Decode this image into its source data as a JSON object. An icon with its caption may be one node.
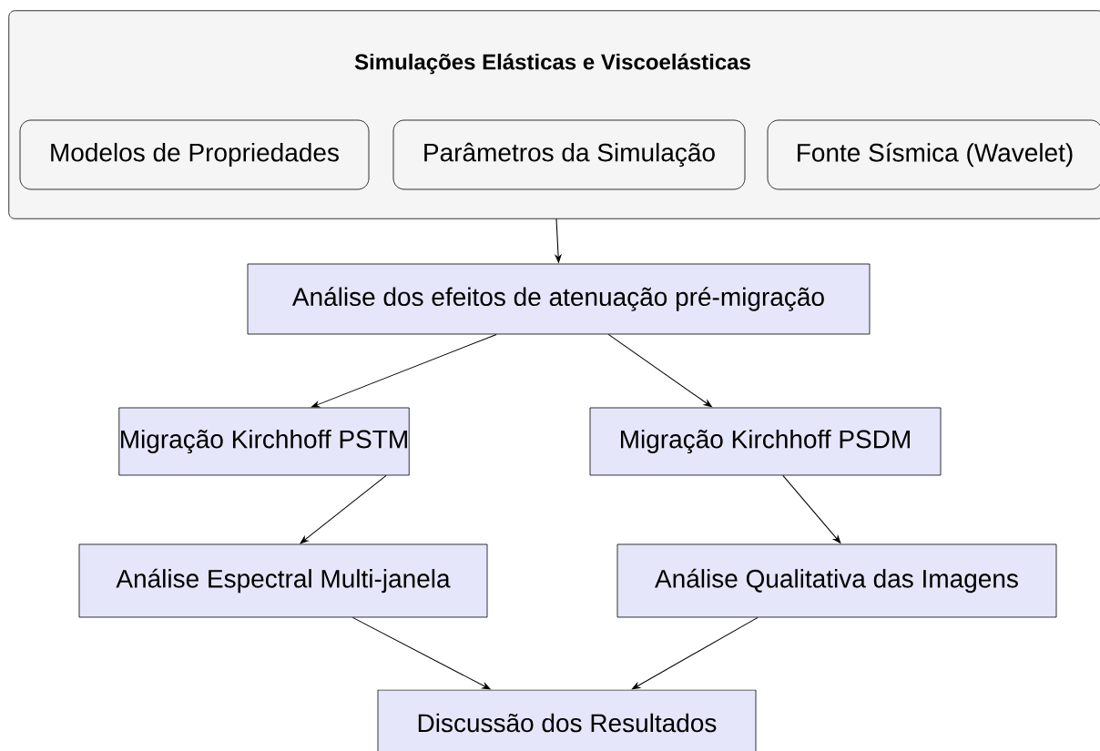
{
  "diagram": {
    "nodes": [
      {
        "text": [
          "Simulações Elásticas e Viscoelásticas"
        ]
      },
      {
        "text": [
          "Modelos de Propriedades"
        ],
        "in": 0
      },
      {
        "text": [
          "Parâmetros da Simulação"
        ],
        "in": 0
      },
      {
        "text": [
          "Fonte Sísmica (Wavelet)"
        ],
        "in": 0
      },
      {
        "text": [
          "Análise dos efeitos de atenuação pré-migração"
        ]
      },
      {
        "text": [
          "Migração Kirchhoff PSTM"
        ]
      },
      {
        "text": [
          "Migração Kirchhoff PSDM"
        ]
      },
      {
        "text": [
          "Análise Espectral Multi-janela"
        ]
      },
      {
        "text": [
          "Análise Qualitativa das Imagens"
        ]
      },
      {
        "text": [
          "Discussão dos Resultados"
        ]
      }
    ],
    "edges": [
      {
        "from": 0,
        "to": 4,
        "arrow": "to"
      },
      {
        "from": 4,
        "to": 5,
        "arrow": "to"
      },
      {
        "from": 4,
        "to": 6,
        "arrow": "to"
      },
      {
        "from": 5,
        "to": 7,
        "arrow": "to"
      },
      {
        "from": 6,
        "to": 8,
        "arrow": "to"
      },
      {
        "from": 7,
        "to": 9,
        "arrow": "to"
      },
      {
        "from": 8,
        "to": 9,
        "arrow": "to"
      }
    ]
  }
}
